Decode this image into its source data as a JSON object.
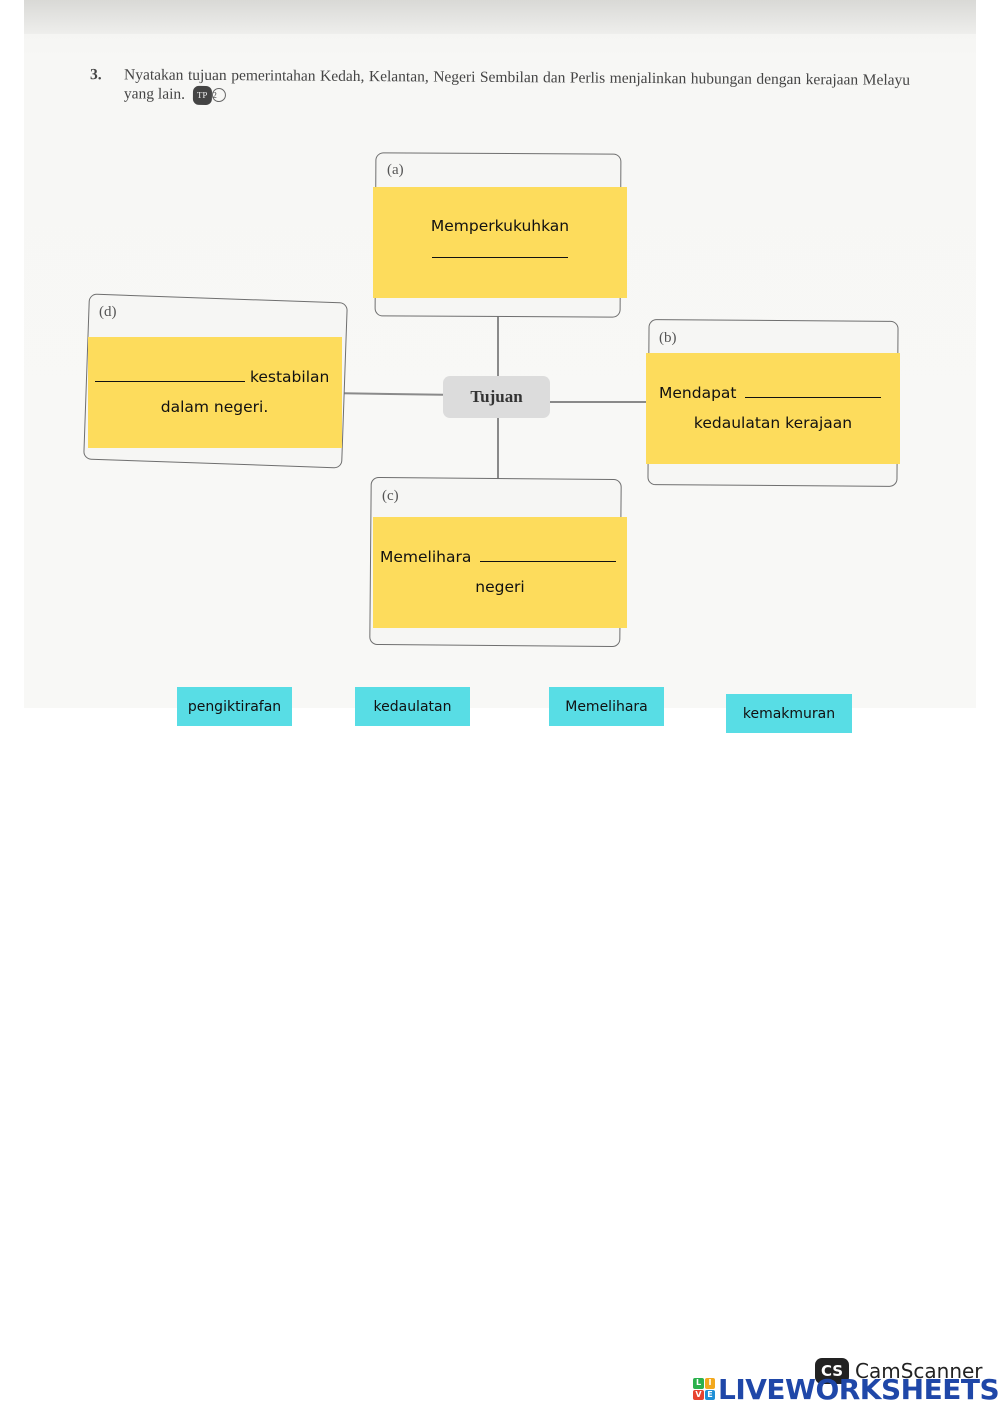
{
  "question": {
    "number": "3.",
    "text": "Nyatakan tujuan pemerintahan Kedah, Kelantan, Negeri Sembilan dan Perlis menjalinkan hubungan dengan kerajaan Melayu yang lain.",
    "badge": "TP",
    "badge_level": "2"
  },
  "diagram": {
    "center_label": "Tujuan",
    "boxes": {
      "a": {
        "letter": "(a)",
        "text_before": "Memperkukuhkan",
        "text_after": ""
      },
      "b": {
        "letter": "(b)",
        "text_before": "Mendapat",
        "text_after": "kedaulatan kerajaan"
      },
      "c": {
        "letter": "(c)",
        "text_before": "Memelihara",
        "text_after": "negeri"
      },
      "d": {
        "letter": "(d)",
        "text_before": "",
        "text_after_line1": "kestabilan",
        "text_after_line2": "dalam negeri."
      }
    }
  },
  "word_bank": [
    "pengiktirafan",
    "kedaulatan",
    "Memelihara",
    "kemakmuran"
  ],
  "branding": {
    "camscanner_mark": "CS",
    "camscanner": "CamScanner",
    "liveworksheets": "LIVEWORKSHEETS",
    "lw_icon_letters": [
      "L",
      "I",
      "V",
      "E"
    ]
  }
}
